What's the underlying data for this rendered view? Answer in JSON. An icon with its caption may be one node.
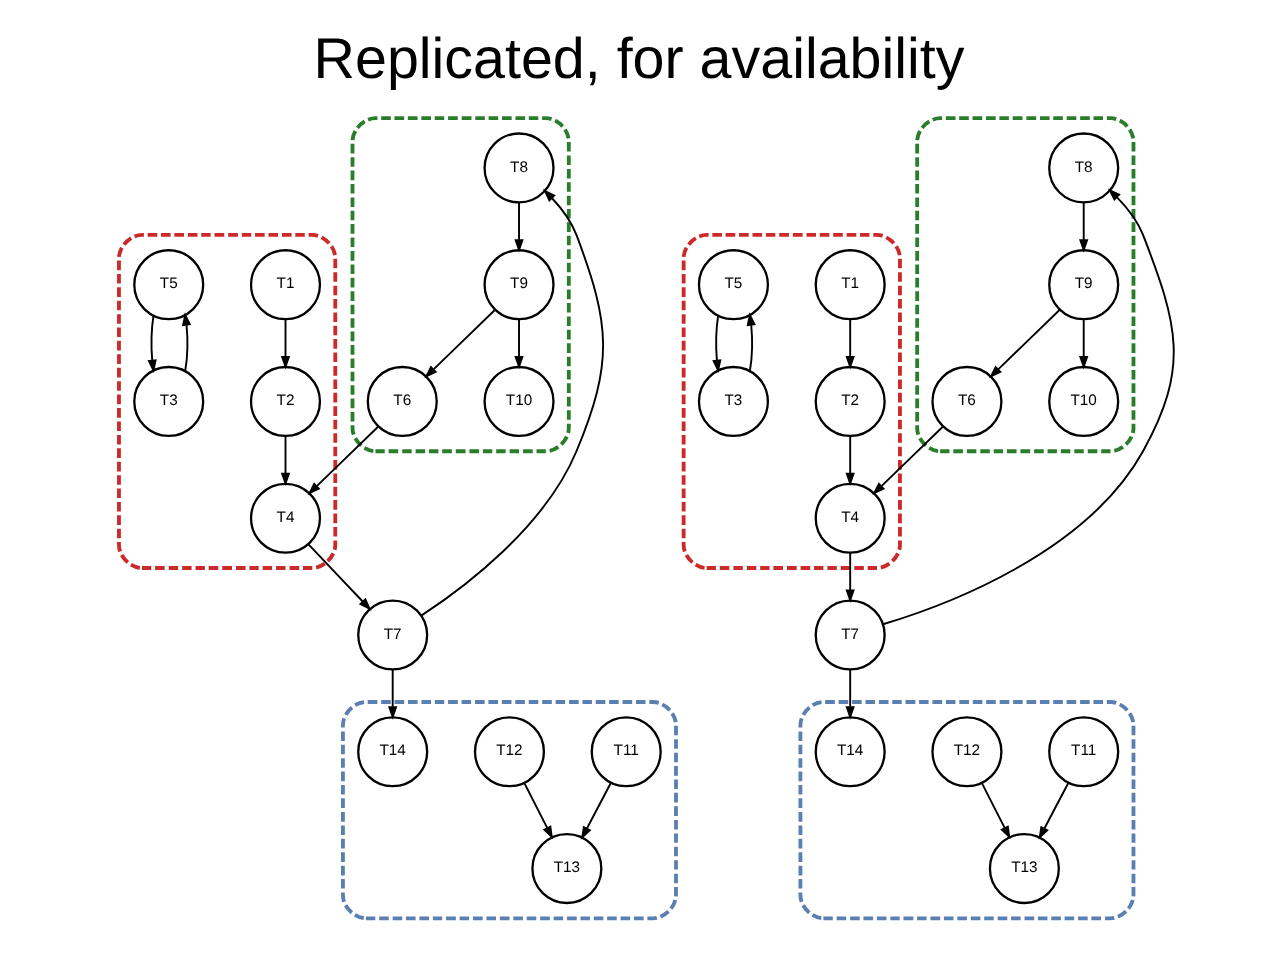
{
  "diagram": {
    "title": "Replicated, for availability",
    "nodes": [
      {
        "text": [],
        "shape": "ellipse"
      },
      {
        "text": [
          "T1"
        ],
        "in": 0
      },
      {
        "text": [
          "T2"
        ],
        "in": 0
      },
      {
        "text": [
          "T5"
        ],
        "in": 0
      },
      {
        "text": [
          "T4"
        ],
        "in": 0
      },
      {
        "text": [
          "T3"
        ],
        "in": 0
      },
      {
        "text": [],
        "shape": "ellipse"
      },
      {
        "text": [
          "T11"
        ],
        "in": 6
      },
      {
        "text": [
          "T12"
        ],
        "in": 6
      },
      {
        "text": [
          "T13"
        ],
        "in": 6
      },
      {
        "text": [
          "T14"
        ],
        "in": 6
      },
      {
        "text": [
          "T7"
        ]
      },
      {
        "text": [],
        "shape": "ellipse"
      },
      {
        "text": [
          "T6"
        ],
        "in": 12
      },
      {
        "text": [
          "T10"
        ],
        "in": 12
      },
      {
        "text": [
          "T8"
        ],
        "in": 12
      },
      {
        "text": [
          "T9"
        ],
        "in": 12
      },
      {
        "text": [],
        "shape": "ellipse"
      },
      {
        "text": [
          "T1"
        ],
        "in": 17
      },
      {
        "text": [
          "T2"
        ],
        "in": 17
      },
      {
        "text": [
          "T5"
        ],
        "in": 17
      },
      {
        "text": [
          "T4"
        ],
        "in": 17
      },
      {
        "text": [
          "T3"
        ],
        "in": 17
      },
      {
        "text": [],
        "shape": "ellipse"
      },
      {
        "text": [
          "T11"
        ],
        "in": 23
      },
      {
        "text": [
          "T12"
        ],
        "in": 23
      },
      {
        "text": [
          "T13"
        ],
        "in": 23
      },
      {
        "text": [
          "T14"
        ],
        "in": 23
      },
      {
        "text": [
          "T7"
        ]
      },
      {
        "text": [],
        "shape": "ellipse"
      },
      {
        "text": [
          "T6"
        ],
        "in": 29
      },
      {
        "text": [
          "T10"
        ],
        "in": 29
      },
      {
        "text": [
          "T8"
        ],
        "in": 29
      },
      {
        "text": [
          "T9"
        ],
        "in": 29
      }
    ],
    "edges": [
      {
        "from": 1,
        "to": 2,
        "arrow": "to"
      },
      {
        "from": 2,
        "to": 4,
        "arrow": "to"
      },
      {
        "from": 3,
        "to": 5,
        "arrow": "to"
      },
      {
        "from": 5,
        "to": 3,
        "arrow": "to"
      },
      {
        "from": 4,
        "to": 11,
        "arrow": "to"
      },
      {
        "from": 13,
        "to": 4,
        "arrow": "to"
      },
      {
        "from": 11,
        "to": 10,
        "arrow": "to"
      },
      {
        "from": 11,
        "to": 15,
        "arrow": "to"
      },
      {
        "from": 15,
        "to": 16,
        "arrow": "to"
      },
      {
        "from": 16,
        "to": 14,
        "arrow": "to"
      },
      {
        "from": 16,
        "to": 13,
        "arrow": "to"
      },
      {
        "from": 7,
        "to": 9,
        "arrow": "to"
      },
      {
        "from": 8,
        "to": 9,
        "arrow": "to"
      },
      {
        "from": 18,
        "to": 19,
        "arrow": "to"
      },
      {
        "from": 19,
        "to": 21,
        "arrow": "to"
      },
      {
        "from": 20,
        "to": 22,
        "arrow": "to"
      },
      {
        "from": 22,
        "to": 20,
        "arrow": "to"
      },
      {
        "from": 21,
        "to": 28,
        "arrow": "to"
      },
      {
        "from": 30,
        "to": 21,
        "arrow": "to"
      },
      {
        "from": 28,
        "to": 27,
        "arrow": "to"
      },
      {
        "from": 28,
        "to": 32,
        "arrow": "to"
      },
      {
        "from": 32,
        "to": 33,
        "arrow": "to"
      },
      {
        "from": 33,
        "to": 31,
        "arrow": "to"
      },
      {
        "from": 33,
        "to": 30,
        "arrow": "to"
      },
      {
        "from": 24,
        "to": 26,
        "arrow": "to"
      },
      {
        "from": 25,
        "to": 26,
        "arrow": "to"
      }
    ]
  }
}
